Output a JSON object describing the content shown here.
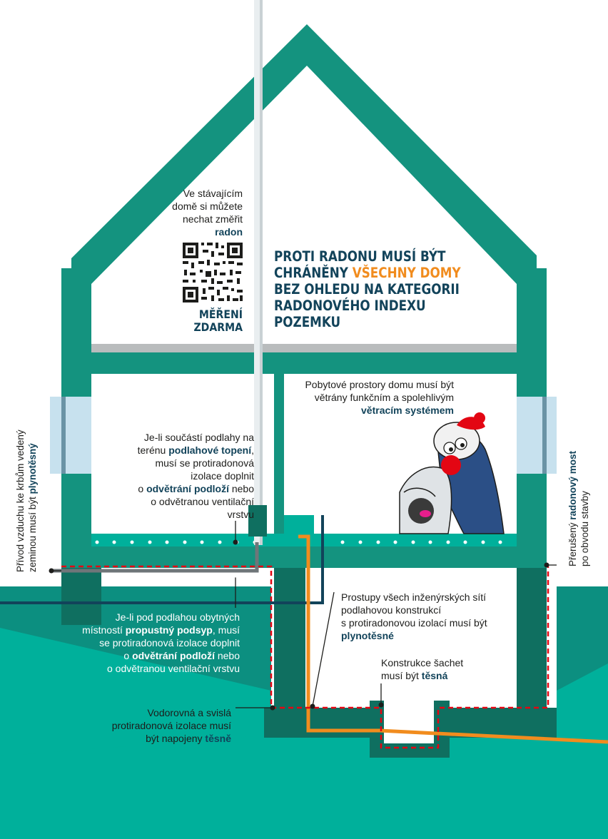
{
  "headline": {
    "line1": "PROTI RADONU MUSÍ BÝT",
    "line2_pre": "CHRÁNĚNY ",
    "line2_accent": "VŠECHNY DOMY",
    "line3": "BEZ OHLEDU NA KATEGORII",
    "line4": "RADONOVÉHO INDEXU",
    "line5": "POZEMKU"
  },
  "qr": {
    "intro_line1": "Ve stávajícím",
    "intro_line2": "domě si můžete",
    "intro_line3": "nechat změřit",
    "intro_keyword": "radon",
    "label_line1": "MĚŘENÍ",
    "label_line2": "ZDARMA"
  },
  "ventilation": {
    "line1": "Pobytové prostory domu musí být",
    "line2": "větrány funkčním a spolehlivým",
    "keyword": "větracím systémem"
  },
  "floor_heating": {
    "line1_pre": "Je-li součástí podlahy na",
    "line2_pre": "terénu ",
    "line2_key": "podlahové topení",
    "line2_post": ",",
    "line3": "musí se protiradonová",
    "line4": "izolace doplnit",
    "line5_pre": "o ",
    "line5_key": "odvětrání podloží",
    "line5_post": " nebo",
    "line6": "o odvětranou ventilační",
    "line7": "vrstvu"
  },
  "permeable_fill": {
    "line1": "Je-li pod podlahou obytných",
    "line2_pre": "místností ",
    "line2_key": "propustný podsyp",
    "line2_post": ", musí",
    "line3": "se protiradonová izolace doplnit",
    "line4_pre": "o ",
    "line4_key": "odvětrání podloží",
    "line4_post": " nebo",
    "line5": "o odvětranou ventilační vrstvu"
  },
  "utilities": {
    "line1": "Prostupy všech inženýrských sítí",
    "line2": "podlahovou konstrukcí",
    "line3": "s protiradonovou izolací musí být",
    "keyword": "plynotěsné"
  },
  "shafts": {
    "line1": "Konstrukce šachet",
    "line2_pre": "musí být ",
    "line2_key": "těsná"
  },
  "insulation_join": {
    "line1": "Vodorovná a svislá",
    "line2": "protiradonová izolace musí",
    "line3_pre": "být napojeny ",
    "line3_key": "těsně"
  },
  "fireplace_air": {
    "line1": "Přívod vzduchu ke krbům vedený",
    "line2_pre": "zeminou musí být ",
    "line2_key": "plynotěsný"
  },
  "radon_bridge": {
    "line1_pre": "Přerušený ",
    "line1_key": "radonový most",
    "line2": "po obvodu stavby"
  },
  "colors": {
    "wall": "#14937f",
    "wall_dark": "#0f6f60",
    "ground": "#00b09b",
    "ground_dark": "#0c8f80",
    "navy": "#12435a",
    "accent_orange": "#f18c1e",
    "insulation_red": "#e30613",
    "window": "#c7e1ee"
  }
}
